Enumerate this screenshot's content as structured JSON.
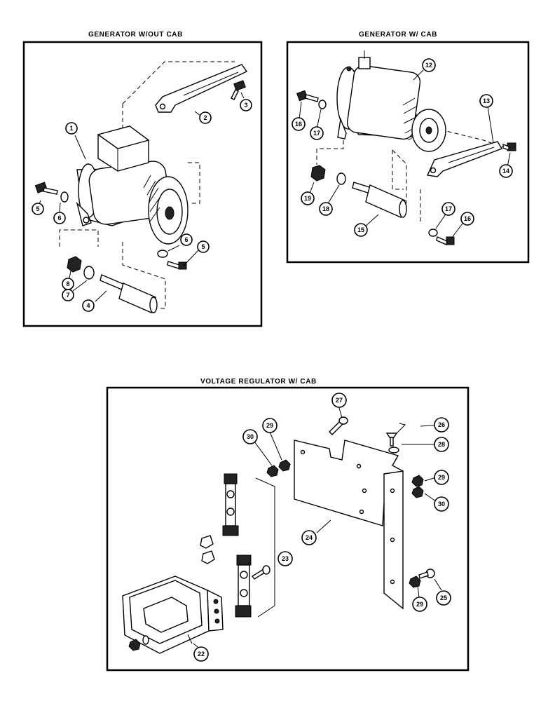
{
  "panels": {
    "generator_without_cab": {
      "title": "GENERATOR W/OUT CAB"
    },
    "generator_with_cab": {
      "title": "GENERATOR W/ CAB"
    },
    "voltage_regulator_with_cab": {
      "title": "VOLTAGE  REGULATOR W/ CAB"
    }
  },
  "callouts": {
    "p1": [
      "1",
      "2",
      "3",
      "5",
      "6",
      "6",
      "5",
      "8",
      "7",
      "4"
    ],
    "p2": [
      "12",
      "16",
      "17",
      "13",
      "14",
      "19",
      "18",
      "15",
      "17",
      "16"
    ],
    "p3": [
      "27",
      "26",
      "29",
      "30",
      "28",
      "29",
      "30",
      "24",
      "23",
      "25",
      "29",
      "22"
    ]
  }
}
